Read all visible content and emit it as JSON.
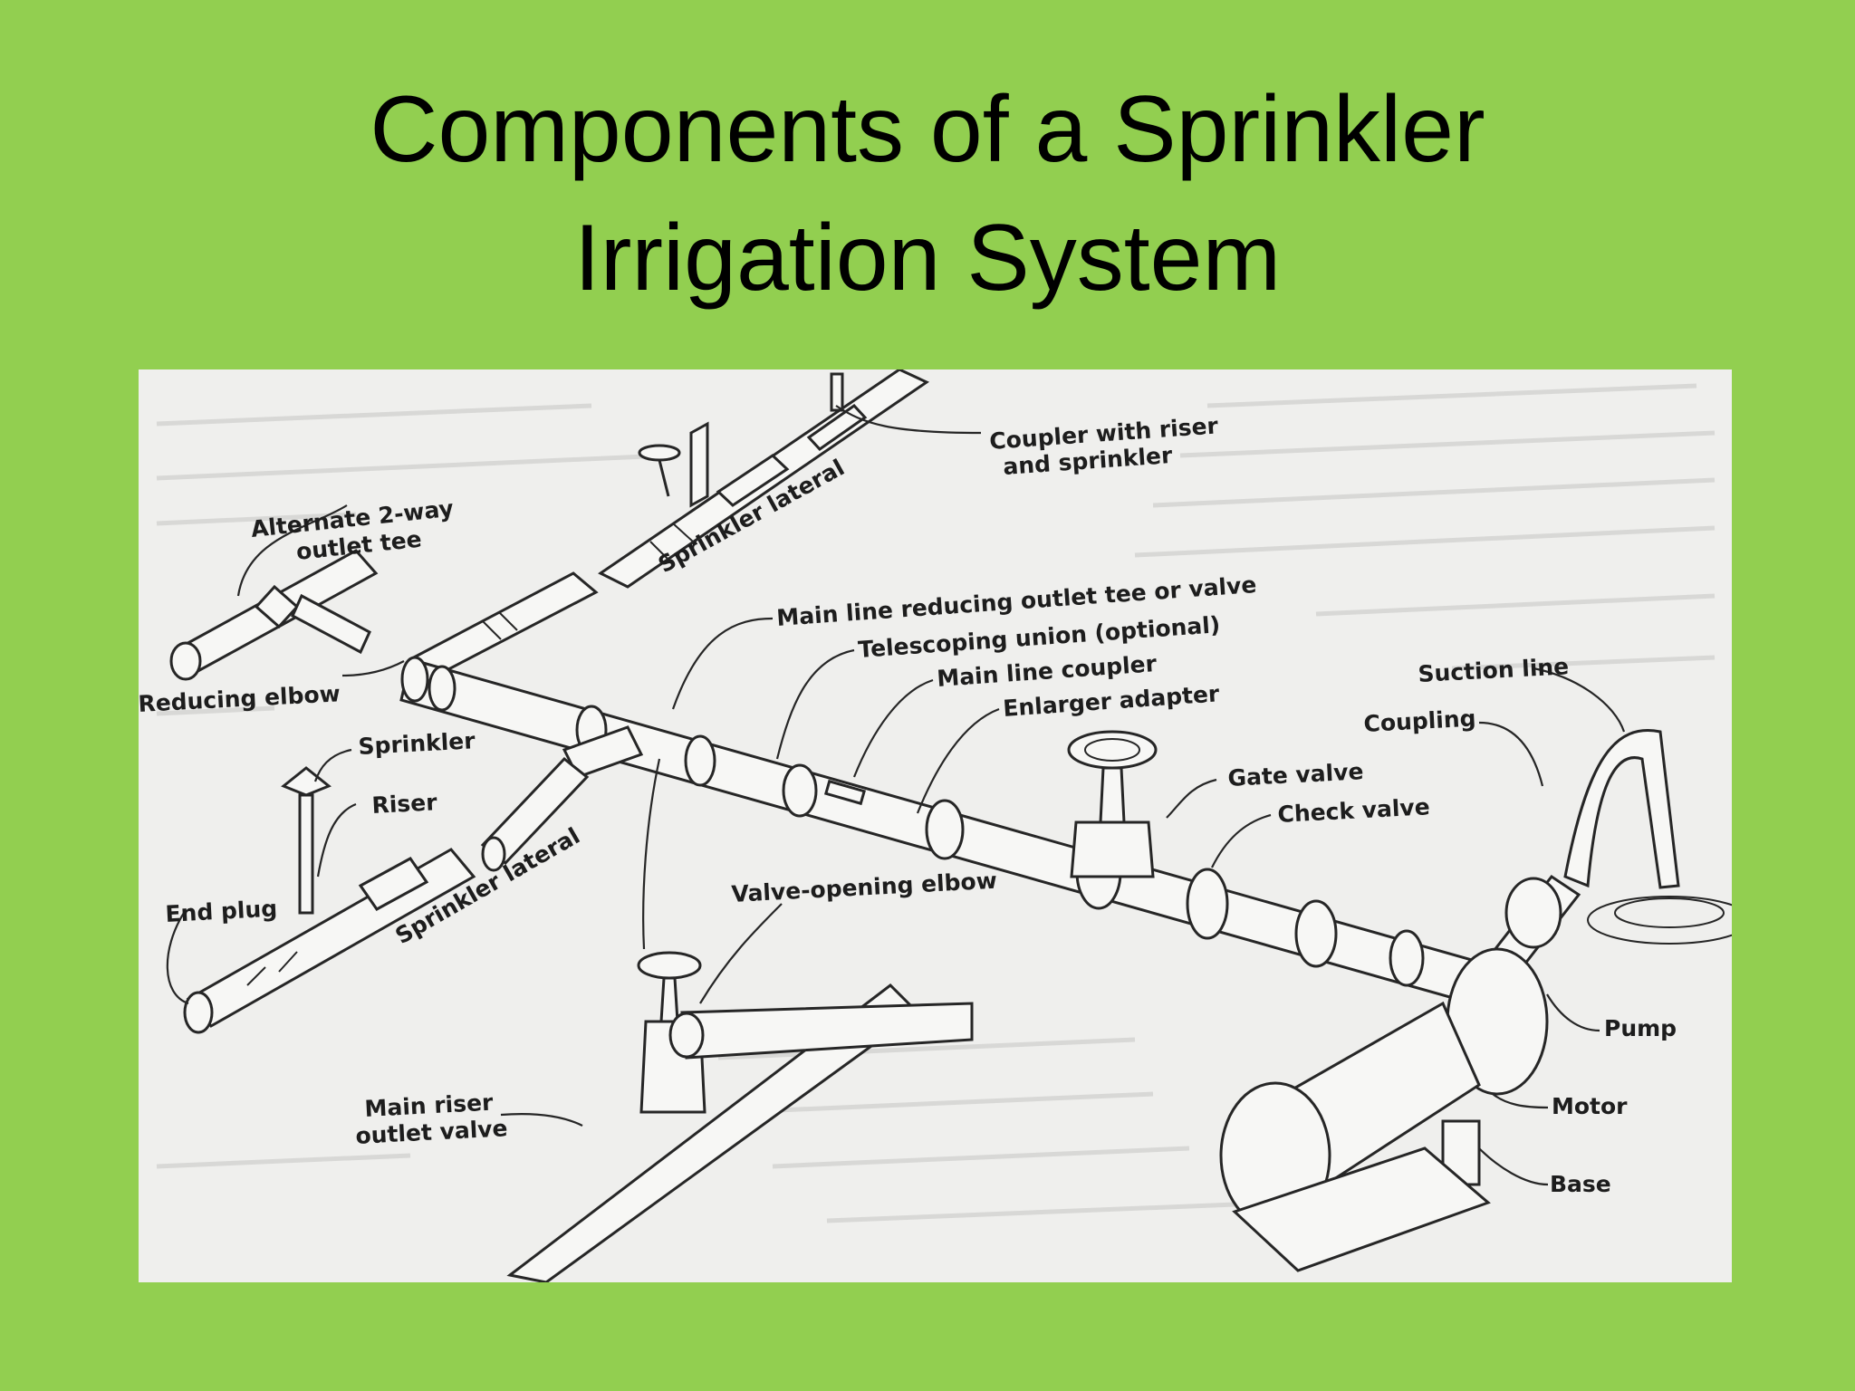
{
  "title": {
    "line1": "Components of a Sprinkler",
    "line2": "Irrigation System"
  },
  "labels": {
    "coupler_with_riser": "Coupler with riser",
    "and_sprinkler": "and sprinkler",
    "sprinkler_lateral_top": "Sprinkler lateral",
    "alternate_tee_1": "Alternate 2-way",
    "alternate_tee_2": "outlet tee",
    "main_line_reducing": "Main line reducing outlet tee or valve",
    "telescoping_union": "Telescoping union (optional)",
    "main_line_coupler": "Main line coupler",
    "enlarger_adapter": "Enlarger adapter",
    "suction_line": "Suction line",
    "coupling": "Coupling",
    "reducing_elbow": "Reducing elbow",
    "sprinkler": "Sprinkler",
    "riser": "Riser",
    "gate_valve": "Gate valve",
    "check_valve": "Check valve",
    "end_plug": "End plug",
    "sprinkler_lateral_bottom": "Sprinkler lateral",
    "valve_opening_elbow": "Valve-opening elbow",
    "pump": "Pump",
    "main_riser_1": "Main riser",
    "main_riser_2": "outlet valve",
    "motor": "Motor",
    "base": "Base"
  }
}
